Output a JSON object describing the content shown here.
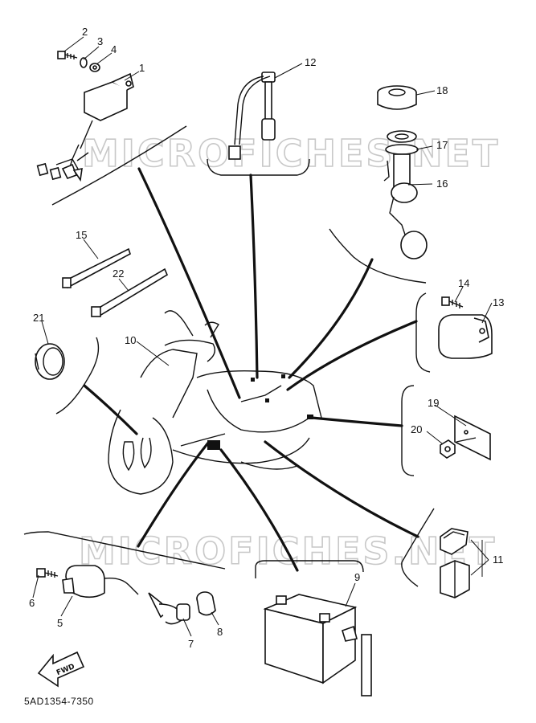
{
  "watermark": {
    "top": "MICROFICHES.NET",
    "bottom": "MICROFICHES.NET"
  },
  "callouts": [
    {
      "label": "1"
    },
    {
      "label": "2"
    },
    {
      "label": "3"
    },
    {
      "label": "4"
    },
    {
      "label": "5"
    },
    {
      "label": "6"
    },
    {
      "label": "7"
    },
    {
      "label": "8"
    },
    {
      "label": "9"
    },
    {
      "label": "10"
    },
    {
      "label": "11"
    },
    {
      "label": "12"
    },
    {
      "label": "13"
    },
    {
      "label": "14"
    },
    {
      "label": "15"
    },
    {
      "label": "16"
    },
    {
      "label": "17"
    },
    {
      "label": "18"
    },
    {
      "label": "19"
    },
    {
      "label": "20"
    },
    {
      "label": "21"
    },
    {
      "label": "22"
    }
  ],
  "direction_arrow": "FWD",
  "diagram_code": "5AD1354-7350"
}
